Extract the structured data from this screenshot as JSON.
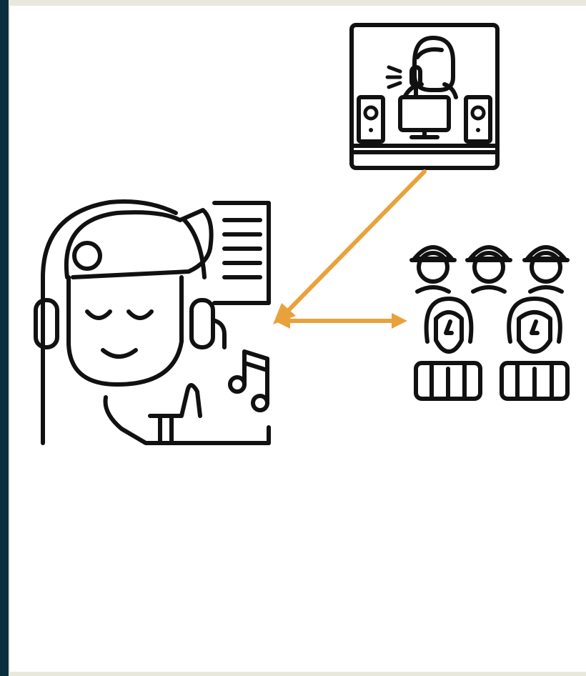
{
  "diagram": {
    "nodes": [
      {
        "id": "broadcaster",
        "icon": "broadcaster-monitor-icon"
      },
      {
        "id": "listener",
        "icon": "music-listener-icon"
      },
      {
        "id": "audience",
        "icon": "student-group-icon"
      }
    ],
    "edges": [
      {
        "from": "broadcaster",
        "to": "listener",
        "direction": "one-way"
      },
      {
        "from": "listener",
        "to": "audience",
        "direction": "two-way"
      }
    ],
    "colors": {
      "arrow": "#e9a23b",
      "icon": "#111111",
      "background": "#ffffff",
      "frame": "#e9e8dc",
      "left_strip": "#0b2e3e"
    }
  }
}
